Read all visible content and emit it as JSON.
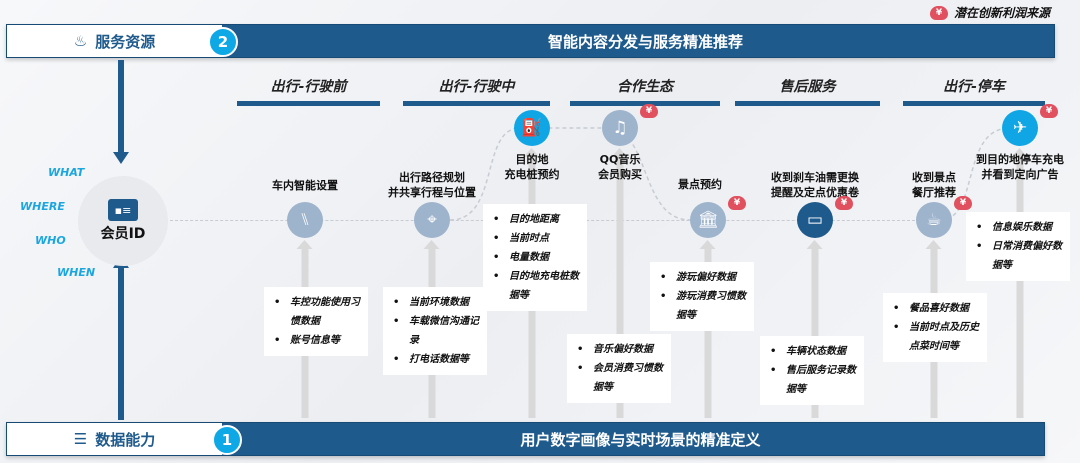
{
  "legend": {
    "icon": "yen-hand-icon",
    "label": "潜在创新利润来源"
  },
  "top_bar": {
    "label": "服务资源",
    "number": "2",
    "title": "智能内容分发与服务精准推荐"
  },
  "bottom_bar": {
    "label": "数据能力",
    "number": "1",
    "title": "用户数字画像与实时场景的精准定义"
  },
  "wh_words": [
    "WHAT",
    "WHERE",
    "WHO",
    "WHEN"
  ],
  "member": {
    "label": "会员ID"
  },
  "categories": [
    "出行-行驶前",
    "出行-行驶中",
    "合作生态",
    "售后服务",
    "出行-停车"
  ],
  "nodes": [
    {
      "icon": "seat-icon",
      "label": [
        "车内智能设置"
      ],
      "data": [
        "车控功能使用习惯数据",
        "账号信息等"
      ],
      "profit": false
    },
    {
      "icon": "map-pin-icon",
      "label": [
        "出行路径规划",
        "并共享行程与位置"
      ],
      "data": [
        "当前环境数据",
        "车载微信沟通记录",
        "打电话数据等"
      ],
      "profit": false
    },
    {
      "icon": "charging-station-icon",
      "label": [
        "目的地",
        "充电桩预约"
      ],
      "data": [
        "目的地距离",
        "当前时点",
        "电量数据",
        "目的地充电桩数据等"
      ],
      "profit": false
    },
    {
      "icon": "music-icon",
      "label": [
        "QQ音乐",
        "会员购买"
      ],
      "data": [
        "音乐偏好数据",
        "会员消费习惯数据等"
      ],
      "profit": true
    },
    {
      "icon": "landmark-icon",
      "label": [
        "景点预约"
      ],
      "data": [
        "游玩偏好数据",
        "游玩消费习惯数据等"
      ],
      "profit": true
    },
    {
      "icon": "cirrus-card-icon",
      "label": [
        "收到刹车油需更换",
        "提醒及定点优惠卷"
      ],
      "data": [
        "车辆状态数据",
        "售后服务记录数据等"
      ],
      "profit": true
    },
    {
      "icon": "dining-icon",
      "label": [
        "收到景点",
        "餐厅推荐"
      ],
      "data": [
        "餐品喜好数据",
        "当前时点及历史点菜时间等"
      ],
      "profit": true
    },
    {
      "icon": "airplane-icon",
      "label": [
        "到目的地停车充电",
        "并看到定向广告"
      ],
      "data": [
        "信息娱乐数据",
        "日常消费偏好数据等"
      ],
      "profit": true
    }
  ]
}
